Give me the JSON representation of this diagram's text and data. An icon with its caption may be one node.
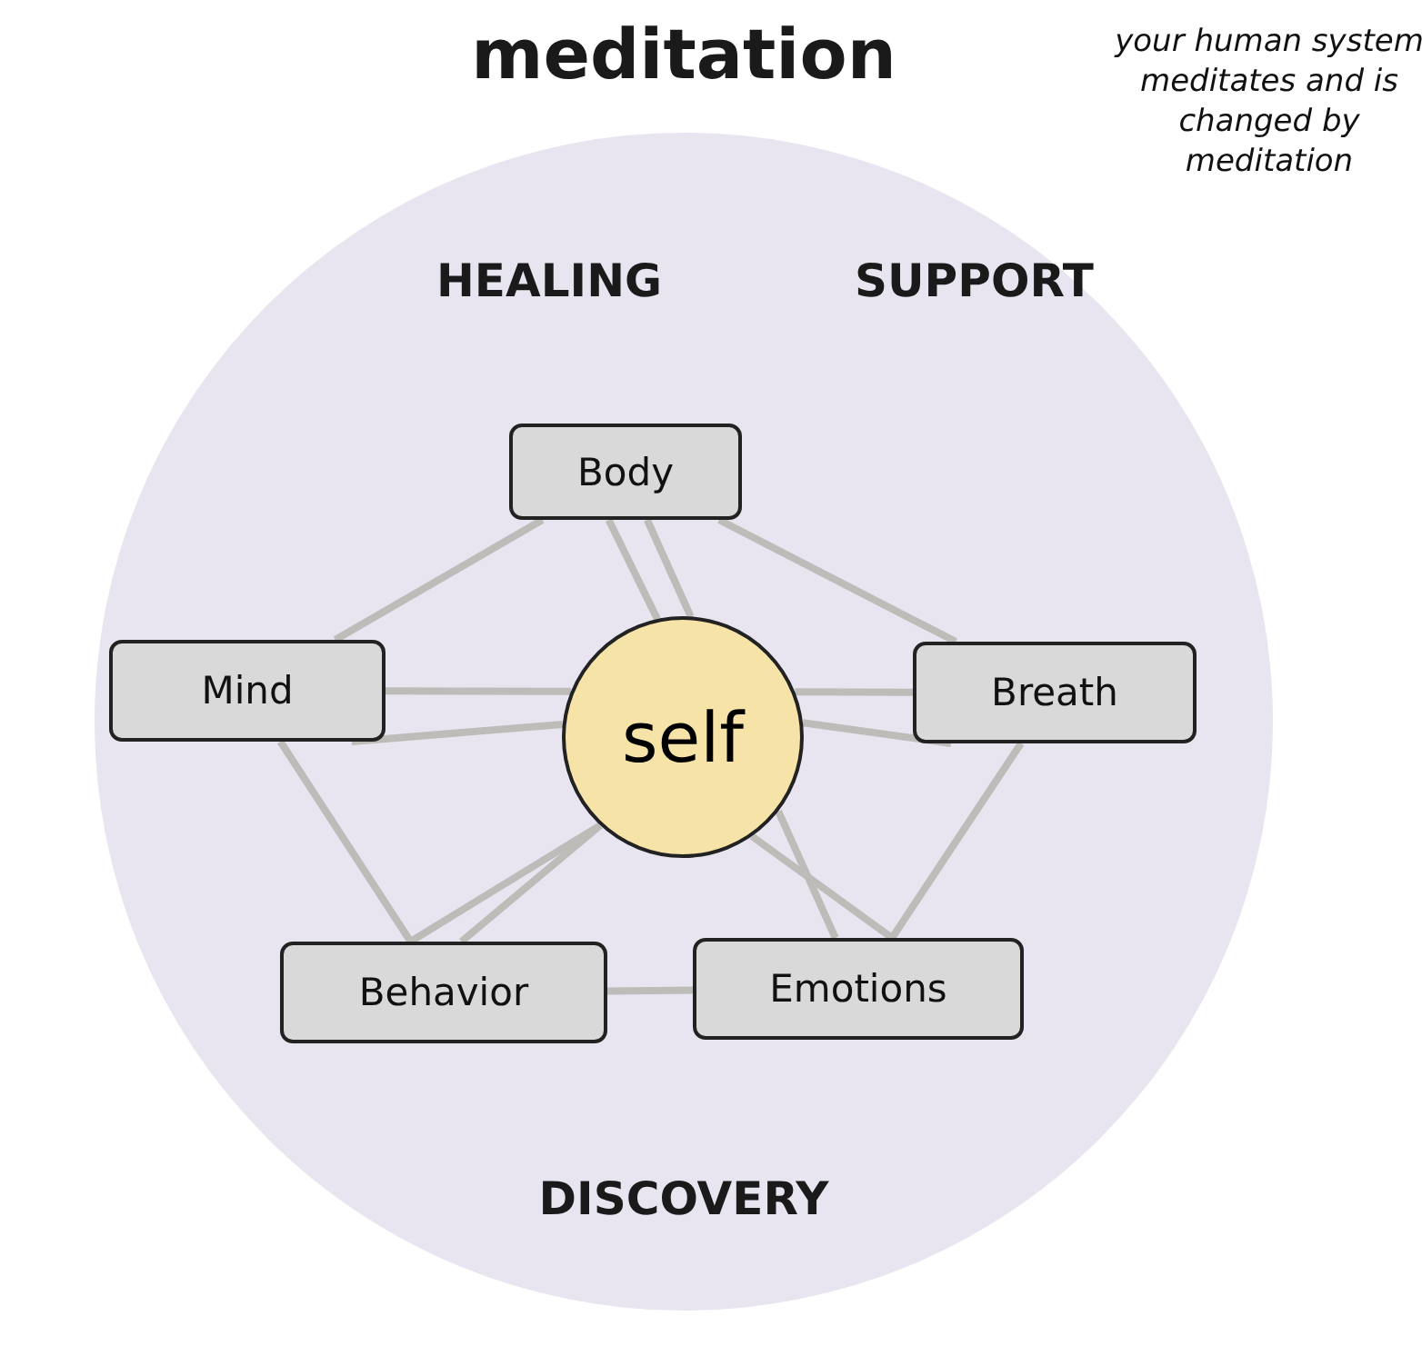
{
  "diagram": {
    "nodes": [
      {
        "text": [
          "meditation",
          "HEALING",
          "SUPPORT",
          "DISCOVERY"
        ]
      },
      {
        "text": [
          "Body"
        ],
        "in": 0
      },
      {
        "text": [
          "Mind"
        ],
        "in": 0
      },
      {
        "text": [
          "self"
        ],
        "in": 0
      },
      {
        "text": [
          "Breath"
        ],
        "in": 0
      },
      {
        "text": [
          "Behavior"
        ],
        "in": 0
      },
      {
        "text": [
          "Emotions"
        ],
        "in": 0
      }
    ],
    "edges": [
      {
        "from": 1,
        "to": 2,
        "arrow": "none"
      },
      {
        "from": 1,
        "to": 4,
        "arrow": "none"
      },
      {
        "from": 2,
        "to": 5,
        "arrow": "none"
      },
      {
        "from": 4,
        "to": 6,
        "arrow": "none"
      },
      {
        "from": 5,
        "to": 6,
        "arrow": "none"
      },
      {
        "from": 1,
        "to": 3,
        "arrow": "none"
      },
      {
        "from": 1,
        "to": 3,
        "arrow": "none"
      },
      {
        "from": 2,
        "to": 3,
        "arrow": "none"
      },
      {
        "from": 2,
        "to": 3,
        "arrow": "none"
      },
      {
        "from": 4,
        "to": 3,
        "arrow": "none"
      },
      {
        "from": 4,
        "to": 3,
        "arrow": "none"
      },
      {
        "from": 5,
        "to": 3,
        "arrow": "none"
      },
      {
        "from": 5,
        "to": 3,
        "arrow": "none"
      },
      {
        "from": 6,
        "to": 3,
        "arrow": "none"
      },
      {
        "from": 6,
        "to": 3,
        "arrow": "none"
      }
    ],
    "labels": [
      "your human system meditates and is changed by meditation"
    ]
  }
}
